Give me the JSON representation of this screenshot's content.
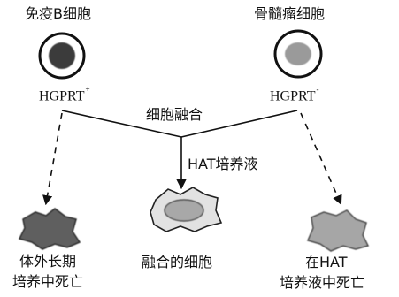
{
  "cells": {
    "b_cell": {
      "title": "免疫B细胞",
      "marker": "HGPRT",
      "marker_sup": "+"
    },
    "myeloma": {
      "title": "骨髓瘤细胞",
      "marker": "HGPRT",
      "marker_sup": "-"
    }
  },
  "process": {
    "fusion": "细胞融合",
    "medium": "HAT培养液"
  },
  "outcomes": {
    "left_line1": "体外长期",
    "left_line2": "培养中死亡",
    "center": "融合的细胞",
    "right_line1": "在HAT",
    "right_line2": "培养液中死亡"
  },
  "colors": {
    "ink": "#111111",
    "b_nucleus": "#3a3a3a",
    "myeloma_nucleus": "#9a9a9a",
    "dead_left": "#5e5e5e",
    "dead_right": "#a6a6a6",
    "fused_body": "#e2e2e2",
    "fused_nucleus": "#a8a8a8"
  }
}
